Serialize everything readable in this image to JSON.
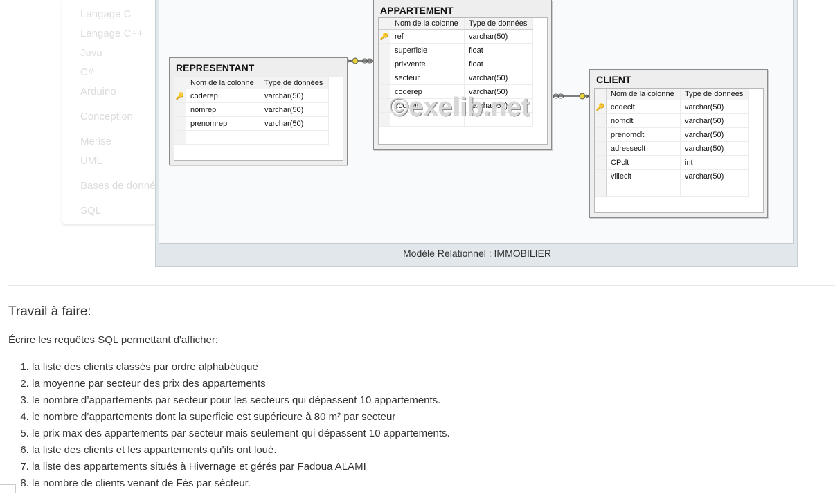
{
  "sidebar": {
    "items": [
      "Langage C",
      "Langage C++",
      "Java",
      "C#",
      "Arduino",
      "Conception",
      "Merise",
      "UML",
      "Bases de données",
      "SQL"
    ]
  },
  "figure": {
    "caption": "Modèle Relationnel : IMMOBILIER",
    "watermark": "©exelib.net",
    "col_header_name": "Nom de la colonne",
    "col_header_type": "Type de données",
    "tables": {
      "representant": {
        "title": "REPRESENTANT",
        "columns": [
          {
            "name": "coderep",
            "type": "varchar(50)",
            "pk": true
          },
          {
            "name": "nomrep",
            "type": "varchar(50)",
            "pk": false
          },
          {
            "name": "prenomrep",
            "type": "varchar(50)",
            "pk": false
          }
        ]
      },
      "appartement": {
        "title": "APPARTEMENT",
        "columns": [
          {
            "name": "ref",
            "type": "varchar(50)",
            "pk": true
          },
          {
            "name": "superficie",
            "type": "float",
            "pk": false
          },
          {
            "name": "prixvente",
            "type": "float",
            "pk": false
          },
          {
            "name": "secteur",
            "type": "varchar(50)",
            "pk": false
          },
          {
            "name": "coderep",
            "type": "varchar(50)",
            "pk": false
          },
          {
            "name": "codeclt",
            "type": "varchar(50)",
            "pk": false
          }
        ]
      },
      "client": {
        "title": "CLIENT",
        "columns": [
          {
            "name": "codeclt",
            "type": "varchar(50)",
            "pk": true
          },
          {
            "name": "nomclt",
            "type": "varchar(50)",
            "pk": false
          },
          {
            "name": "prenomclt",
            "type": "varchar(50)",
            "pk": false
          },
          {
            "name": "adresseclt",
            "type": "varchar(50)",
            "pk": false
          },
          {
            "name": "CPclt",
            "type": "int",
            "pk": false
          },
          {
            "name": "villeclt",
            "type": "varchar(50)",
            "pk": false
          }
        ]
      }
    }
  },
  "task": {
    "heading": "Travail à faire:",
    "intro": "Écrire les requêtes SQL permettant d'afficher:",
    "items": [
      "la liste des clients classés par ordre alphabétique",
      "la moyenne par secteur des prix des appartements",
      "le nombre d’appartements par secteur pour les secteurs qui dépassent 10 appartements.",
      "le nombre d’appartements dont la superficie est supérieure à 80 m² par secteur",
      "le prix max des appartements par secteur mais seulement qui dépassent 10 appartements.",
      "la liste des clients et les appartements qu’ils ont loué.",
      "la liste des appartements situés à Hivernage et gérés par Fadoua ALAMI",
      "le nombre de clients venant de Fès par sécteur."
    ]
  }
}
